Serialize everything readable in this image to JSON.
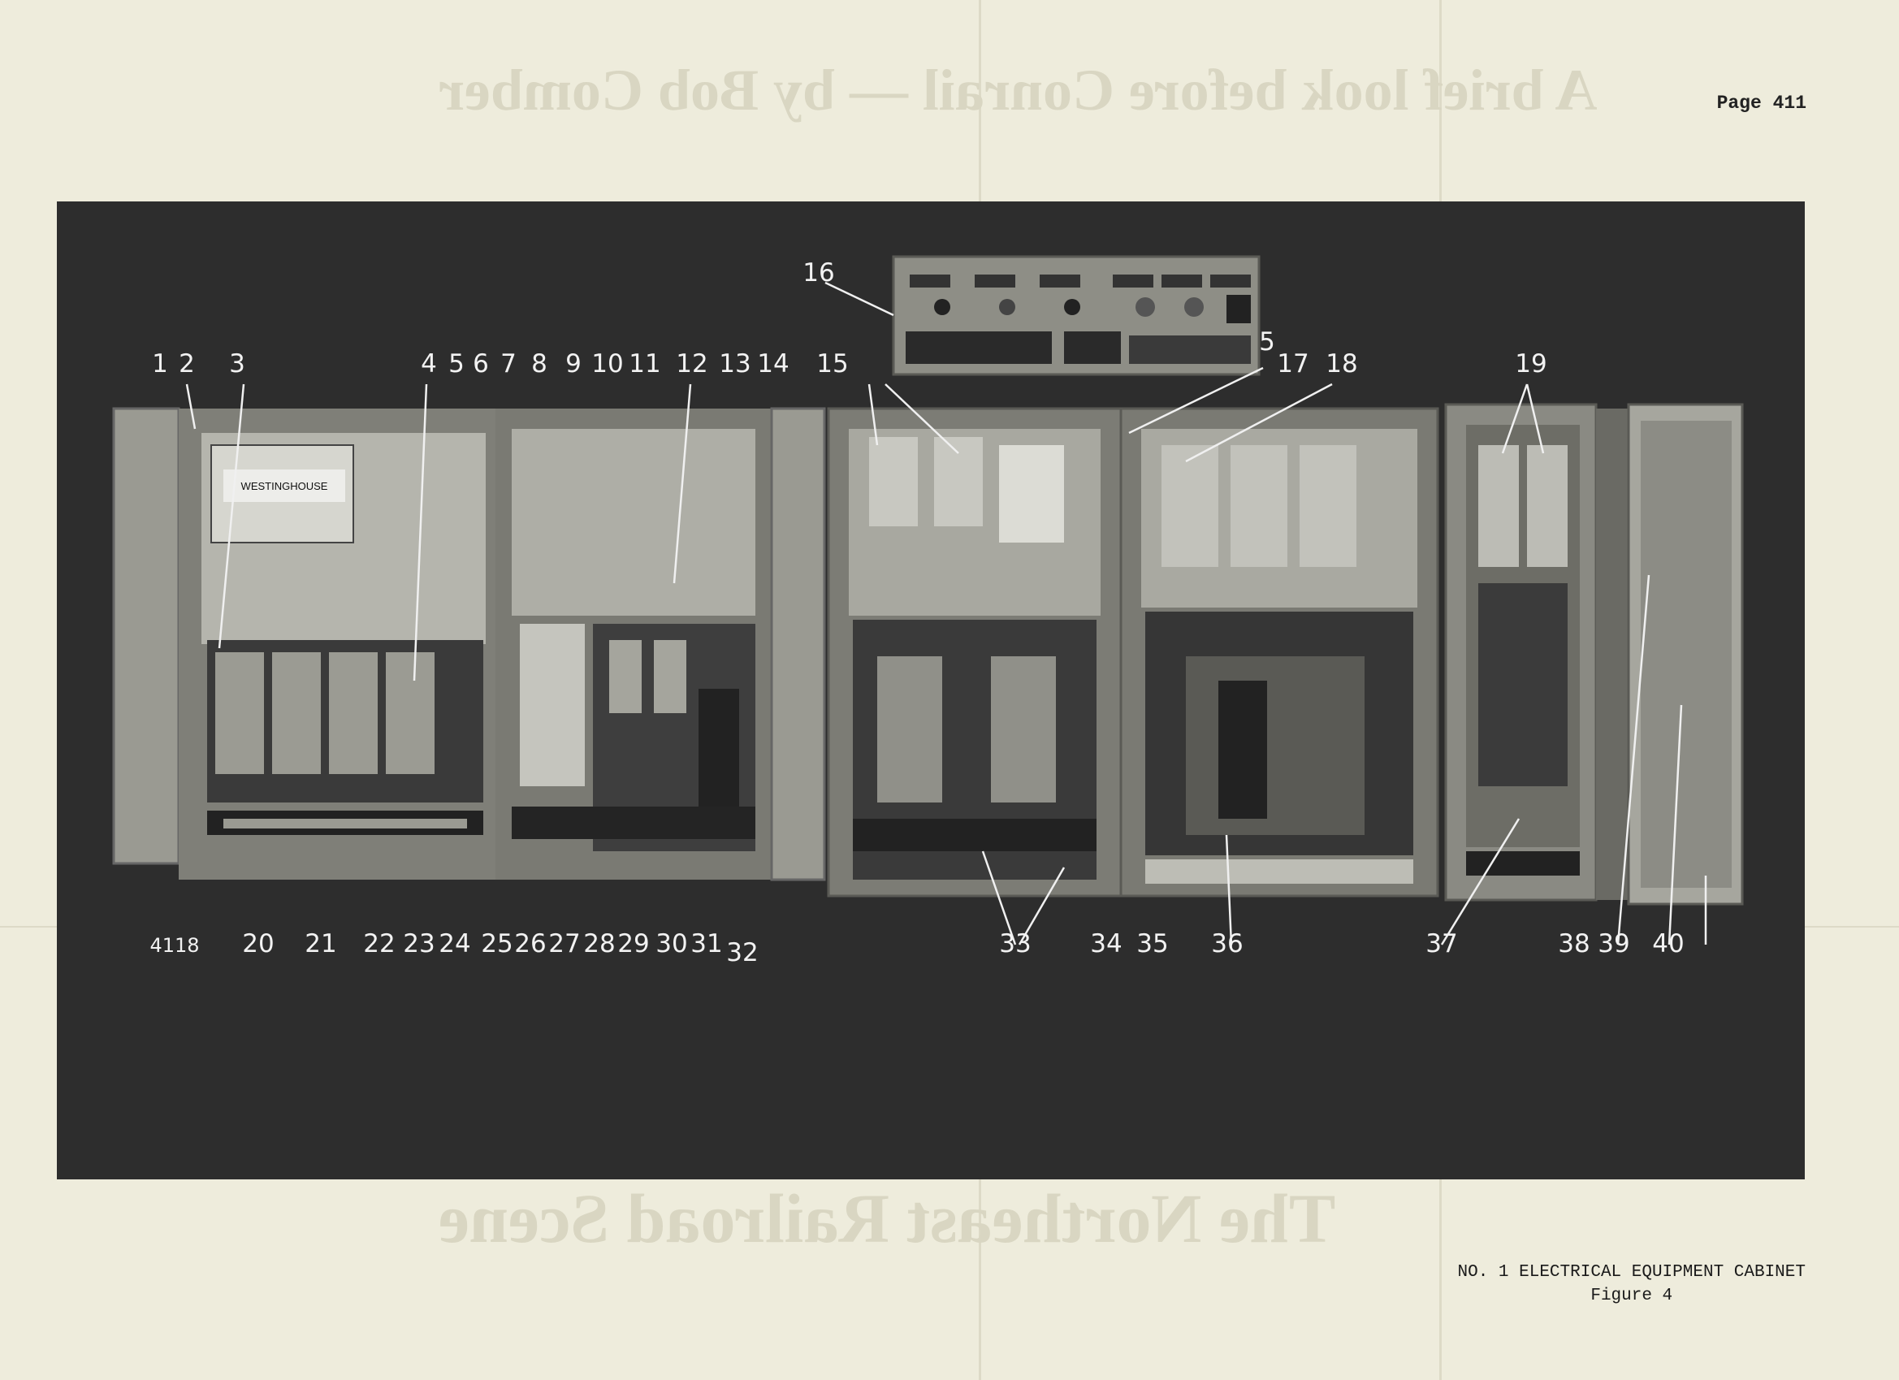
{
  "page": {
    "number_label": "Page 411",
    "showthrough_top": "A brief look before Conrail — by Bob Comber",
    "showthrough_bottom": "The Northeast Railroad Scene"
  },
  "photo": {
    "negative_number": "4118",
    "callouts_top": [
      "1",
      "2",
      "3",
      "4",
      "5",
      "6",
      "7",
      "8",
      "9",
      "10",
      "11",
      "12",
      "13",
      "14",
      "15",
      "5",
      "17",
      "18",
      "19"
    ],
    "callouts_bottom": [
      "20",
      "21",
      "22",
      "23",
      "24",
      "25",
      "26",
      "27",
      "28",
      "29",
      "30",
      "31",
      "32",
      "33",
      "34",
      "35",
      "36",
      "37",
      "38",
      "39",
      "40"
    ],
    "callout_panel": "16",
    "panel_brand": "WESTINGHOUSE"
  },
  "caption": {
    "title": "NO. 1 ELECTRICAL EQUIPMENT CABINET",
    "figure": "Figure 4"
  }
}
